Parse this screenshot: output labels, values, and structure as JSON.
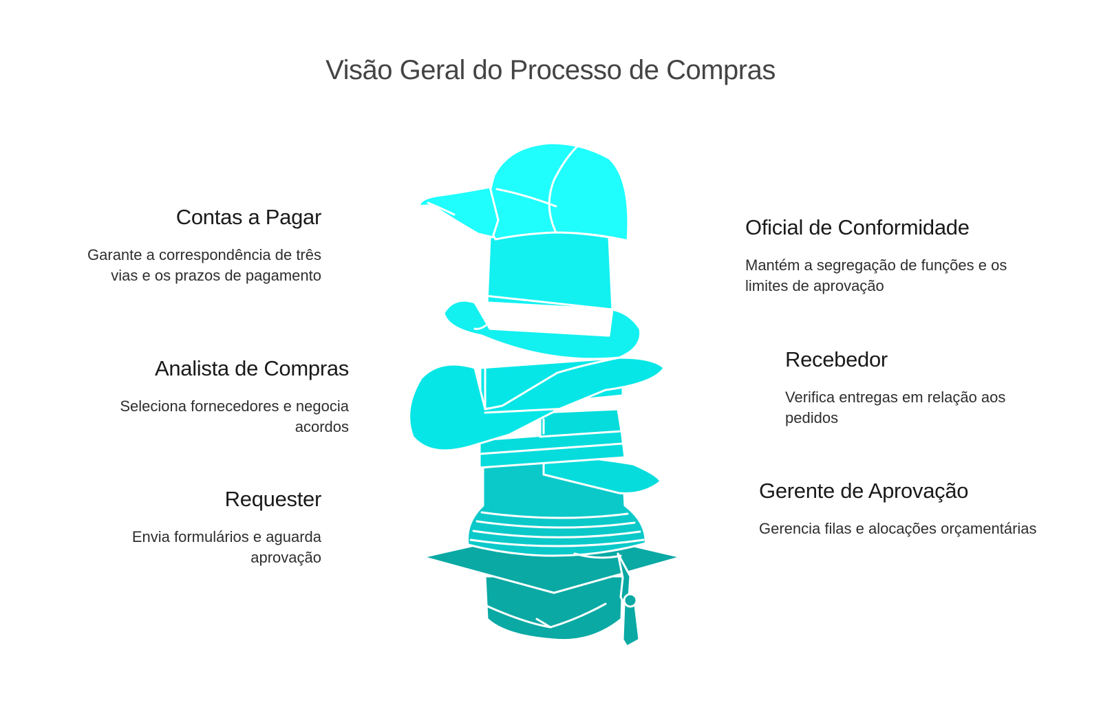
{
  "title": "Visão Geral do Processo de Compras",
  "colors": {
    "cap": "#1ffdfd",
    "top_hat": "#13f0f0",
    "cowboy_hat": "#06e6e6",
    "band_hat": "#07dcdc",
    "bucket_hat": "#0cc9c9",
    "graduation_cap": "#0aa9a4",
    "text_dark": "#1a1a1a",
    "title_gray": "#444444"
  },
  "roles": {
    "contas": {
      "title": "Contas a Pagar",
      "desc": "Garante a correspondência de três vias e os prazos de pagamento",
      "icon": "baseball-cap"
    },
    "analista": {
      "title": "Analista de Compras",
      "desc": "Seleciona fornecedores e negocia acordos",
      "icon": "cowboy-hat"
    },
    "requester": {
      "title": "Requester",
      "desc": "Envia formulários e aguarda aprovação",
      "icon": "bucket-hat"
    },
    "oficial": {
      "title": "Oficial de Conformidade",
      "desc": "Mantém a segregação de funções e os limites de aprovação",
      "icon": "top-hat"
    },
    "recebedor": {
      "title": "Recebedor",
      "desc": "Verifica entregas em relação aos pedidos",
      "icon": "brimmed-hat"
    },
    "gerente": {
      "title": "Gerente de Aprovação",
      "desc": "Gerencia filas e alocações orçamentárias",
      "icon": "graduation-cap"
    }
  }
}
